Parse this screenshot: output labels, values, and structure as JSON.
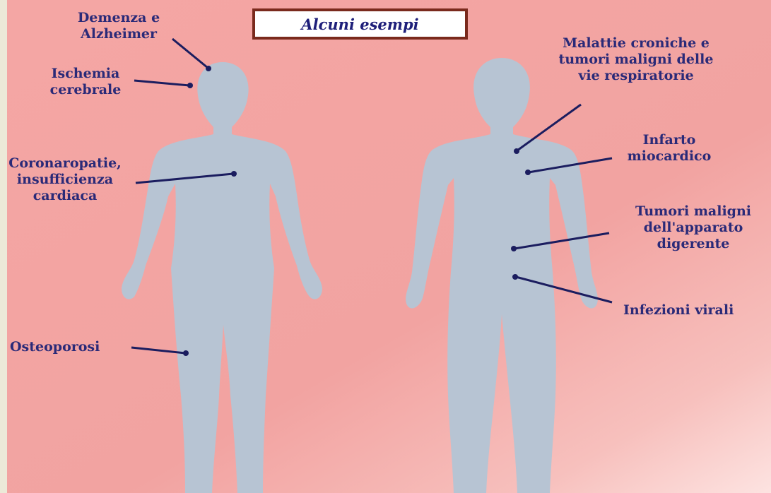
{
  "title": "Alcuni esempi",
  "labels": {
    "demenza": [
      "Demenza e",
      "Alzheimer"
    ],
    "ischemia": [
      "Ischemia",
      "cerebrale"
    ],
    "coronaropatie": [
      "Coronaropatie,",
      "insufficienza",
      "cardiaca"
    ],
    "osteoporosi": "Osteoporosi",
    "malattie_croniche": [
      "Malattie croniche e",
      "tumori maligni delle",
      "vie respiratorie"
    ],
    "infarto": [
      "Infarto",
      "miocardico"
    ],
    "tumori_digerente": [
      "Tumori maligni",
      "dell'apparato",
      "digerente"
    ],
    "infezioni": "Infezioni virali"
  },
  "colors": {
    "background": "#f4a6a4",
    "body": "#b7c4d3",
    "label_text": "#2a2a78",
    "title_border": "#7a2a1d"
  }
}
